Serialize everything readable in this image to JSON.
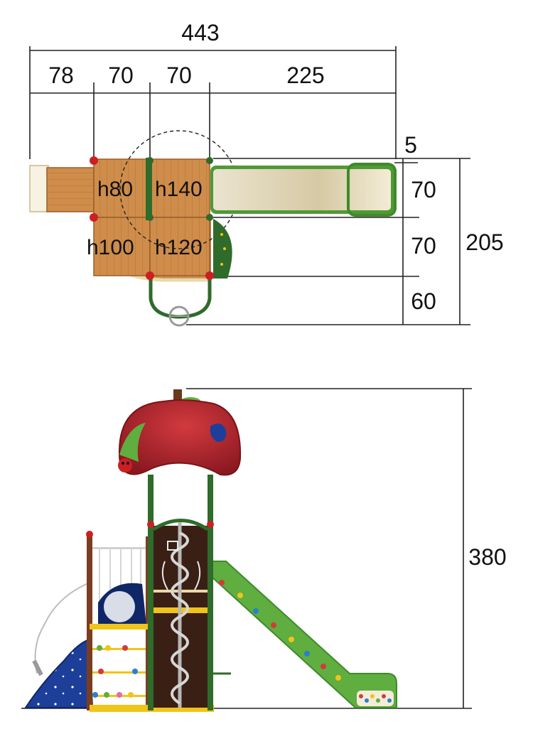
{
  "plan_view": {
    "width_labels": {
      "total": "443",
      "seg1": "78",
      "seg2": "70",
      "seg3": "70",
      "seg4": "225"
    },
    "depth_labels": {
      "gap": "5",
      "row1": "70",
      "row2": "70",
      "row3": "60",
      "total": "205"
    },
    "platform_heights": {
      "p1": "h80",
      "p2": "h140",
      "p3": "h100",
      "p4": "h120"
    }
  },
  "elevation_view": {
    "height_label": "380"
  },
  "colors": {
    "deck_wood": "#c98a47",
    "slide_green": "#5fae3f",
    "roof_red": "#b3232b",
    "post_green": "#2f6b2a",
    "post_brown": "#7a3d20",
    "tower_dark": "#3a1f14",
    "steel": "#b7b7b7",
    "blue_wall": "#1d3f99",
    "yellow_beam": "#f0c419"
  }
}
